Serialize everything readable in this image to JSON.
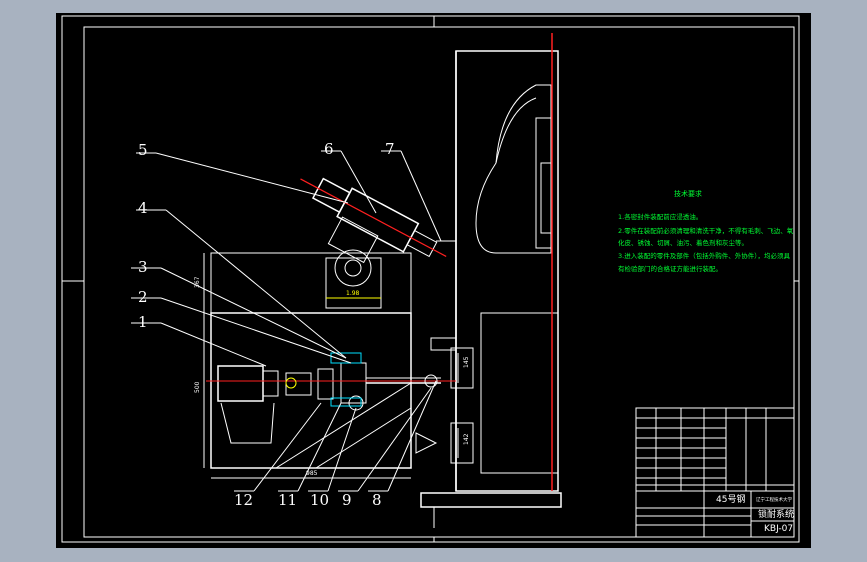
{
  "drawing": {
    "part_labels": [
      "1",
      "2",
      "3",
      "4",
      "5",
      "6",
      "7",
      "8",
      "9",
      "10",
      "11",
      "12"
    ],
    "dimensions": {
      "height_left": "500",
      "height_upper": "367",
      "width_bottom": "985",
      "width_motor": "1.98",
      "right_upper": "145",
      "right_lower": "142"
    },
    "notes": {
      "title": "技术要求",
      "lines": [
        "1.各密封件装配前应浸透油。",
        "2.零件在装配前必须清理和清洗干净，不得有毛刺、飞边、氧",
        "化皮、锈蚀、切屑、油污、着色剂和灰尘等。",
        "3.进入装配的零件及部件（包括外购件、外协件），均必须具",
        "有检验部门的合格证方能进行装配。"
      ]
    },
    "title_block": {
      "material": "45号钢",
      "school": "辽宁工程技术大学",
      "title": "锁耐系统",
      "drawing_no": "KBJ-07"
    },
    "colors": {
      "background": "#000000",
      "outline": "#ffffff",
      "notes": "#00ff33",
      "centerline": "#ff2020",
      "dimension": "#ffff00",
      "frame": "#a8b2c0"
    }
  }
}
